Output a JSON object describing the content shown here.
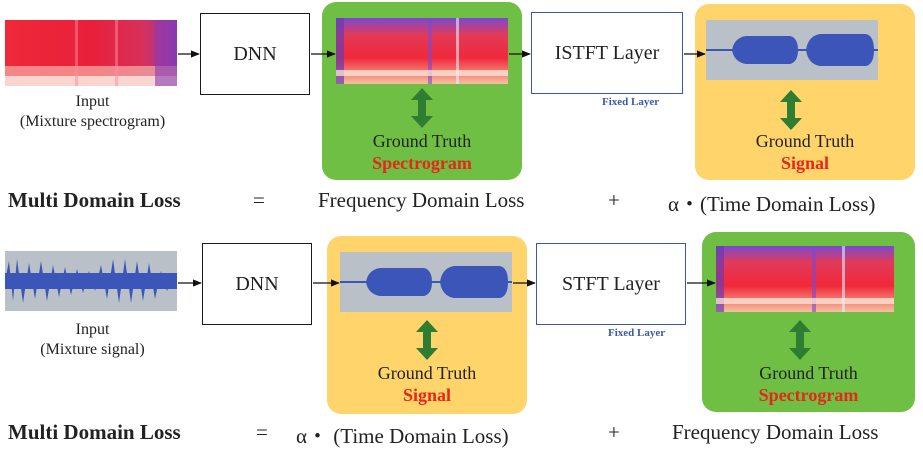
{
  "top": {
    "input_label": "Input",
    "input_sub": "(Mixture spectrogram)",
    "dnn_label": "DNN",
    "layer_label": "ISTFT Layer",
    "fixed_label": "Fixed Layer",
    "gt1_title": "Ground Truth",
    "gt1_sub": "Spectrogram",
    "gt2_title": "Ground Truth",
    "gt2_sub": "Signal",
    "loss_label": "Multi Domain Loss",
    "eq": "=",
    "term1": "Frequency Domain Loss",
    "plus": "+",
    "term2": "α・(Time Domain Loss)"
  },
  "bottom": {
    "input_label": "Input",
    "input_sub": "(Mixture signal)",
    "dnn_label": "DNN",
    "layer_label": "STFT Layer",
    "fixed_label": "Fixed Layer",
    "gt1_title": "Ground Truth",
    "gt1_sub": "Signal",
    "gt2_title": "Ground Truth",
    "gt2_sub": "Spectrogram",
    "loss_label": "Multi Domain Loss",
    "eq": "=",
    "term1": "α・ (Time Domain Loss)",
    "plus": "+",
    "term2": "Frequency Domain Loss"
  },
  "colors": {
    "green_panel": "#6fbf45",
    "yellow_panel": "#ffd46a",
    "red_text": "#e8261a",
    "fixed_text": "#3a5aa8",
    "arrow_green": "#2e7d32"
  }
}
